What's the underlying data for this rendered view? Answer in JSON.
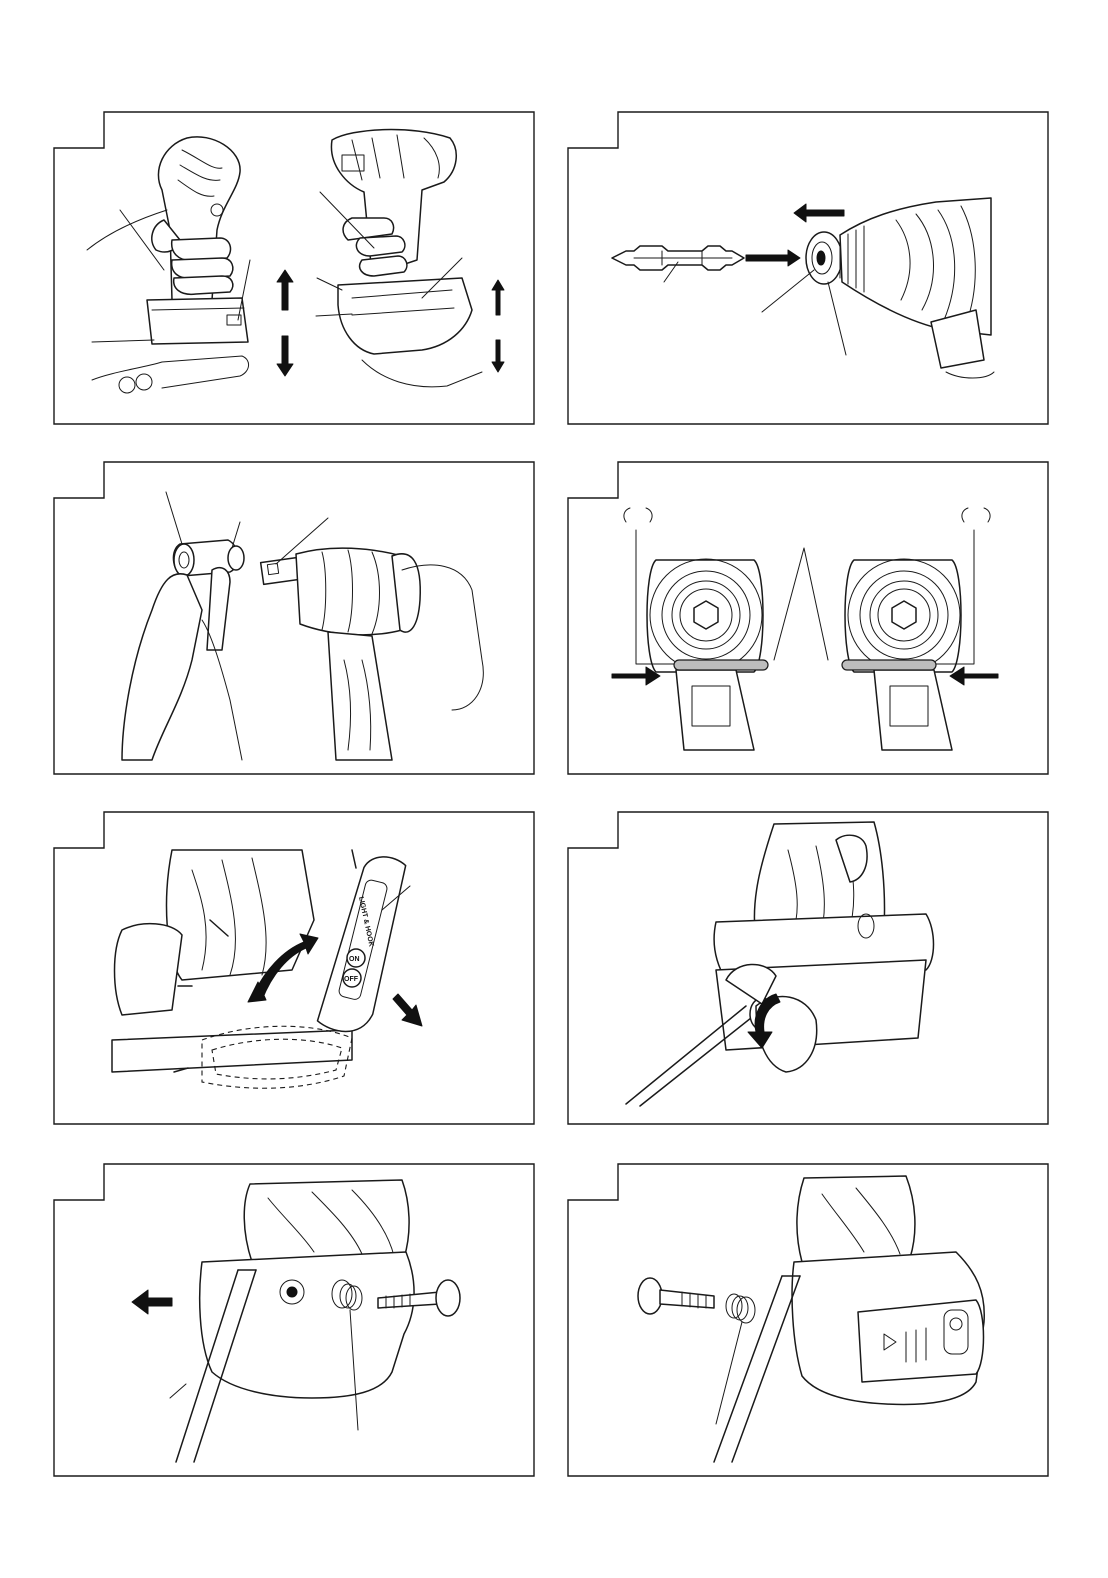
{
  "figures": [
    {
      "id": 1,
      "subject": "battery-cartridge-install",
      "label_lines": 4
    },
    {
      "id": 2,
      "subject": "insert-driver-bit",
      "label_lines": 2
    },
    {
      "id": 3,
      "subject": "socket-adapter",
      "label_lines": 2
    },
    {
      "id": 4,
      "subject": "reversing-switch",
      "label_lines": 2
    },
    {
      "id": 5,
      "subject": "light-hook-switch",
      "label_lines": 1
    },
    {
      "id": 6,
      "subject": "hook-screw-loosen",
      "label_lines": 0
    },
    {
      "id": 7,
      "subject": "hook-removal-left",
      "label_lines": 2
    },
    {
      "id": 8,
      "subject": "hook-removal-right",
      "label_lines": 1
    }
  ],
  "hook_switch_text": {
    "line1": "LIGHT & HOOK",
    "line2": "ON",
    "line3": "OFF"
  }
}
